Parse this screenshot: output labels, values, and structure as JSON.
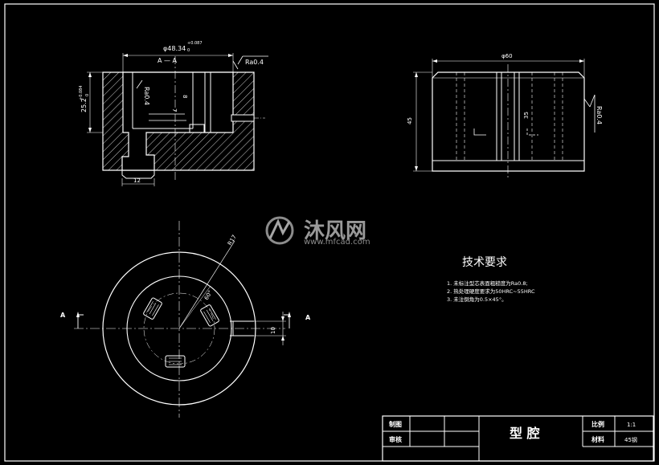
{
  "section_view": {
    "section_label": "A — A",
    "dim_outer_dia": "φ48.34",
    "dim_outer_tol_upper": "+0.087",
    "dim_outer_tol_lower": "0",
    "dim_height": "25.2",
    "dim_height_tol": "+0.084",
    "dim_height_tol_lower": "0",
    "roughness_top": "Ra0.4",
    "roughness_inner": "Ra0.4",
    "dim_depth": "8",
    "dim_inner": "7",
    "dim_bottom_width": "12"
  },
  "side_view": {
    "dim_diameter": "φ60",
    "dim_height": "45",
    "dim_inner_height": "35",
    "roughness": "Ra0.4"
  },
  "plan_view": {
    "dim_radius": "R17",
    "dim_angle": "60°",
    "dim_slot": "10",
    "section_mark_left": "A",
    "section_mark_right": "A"
  },
  "watermark": {
    "brand_cn": "沐风网",
    "url": "www.mfcad.com"
  },
  "tech_requirements": {
    "title": "技术要求",
    "items": [
      "1. 未标注型芯表面粗糙度为Ra0.8;",
      "2. 热处理硬度要求为50HRC~55HRC",
      "3. 未注倒角为0.5×45°。"
    ]
  },
  "title_block": {
    "label_drawn": "制图",
    "label_reviewed": "审核",
    "part_name": "型 腔",
    "label_scale": "比例",
    "scale": "1:1",
    "label_material": "材料",
    "material": "45钢"
  }
}
